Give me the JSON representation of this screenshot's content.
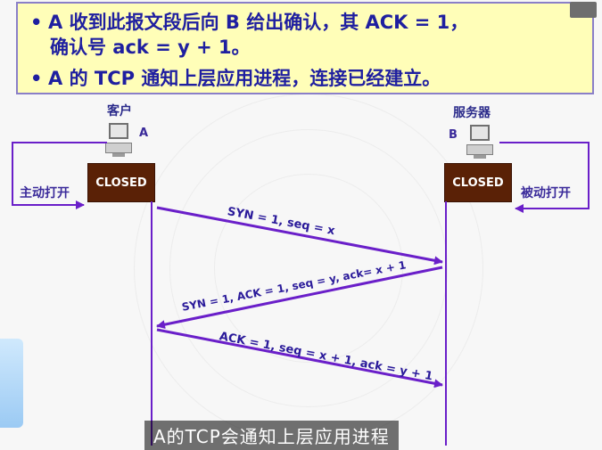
{
  "notes": {
    "bullet1_line1": "A 收到此报文段后向 B 给出确认，其 ACK = 1，",
    "bullet1_line2": "确认号 ack = y + 1。",
    "bullet2": "A 的 TCP 通知上层应用进程，连接已经建立。",
    "bullet_symbol": "•"
  },
  "client": {
    "title": "客户",
    "id": "A",
    "state": "CLOSED",
    "action": "主动打开"
  },
  "server": {
    "title": "服务器",
    "id": "B",
    "state": "CLOSED",
    "action": "被动打开"
  },
  "messages": [
    {
      "label": "SYN = 1, seq = x"
    },
    {
      "label": "SYN = 1, ACK = 1, seq = y, ack= x + 1"
    },
    {
      "label": "ACK = 1, seq = x + 1, ack = y + 1"
    }
  ],
  "subtitle": "A的TCP会通知上层应用进程",
  "colors": {
    "line": "#6a1fc9",
    "state_box": "#5a2106",
    "note_bg": "#fffeb8",
    "note_text": "#1f1fa0"
  }
}
